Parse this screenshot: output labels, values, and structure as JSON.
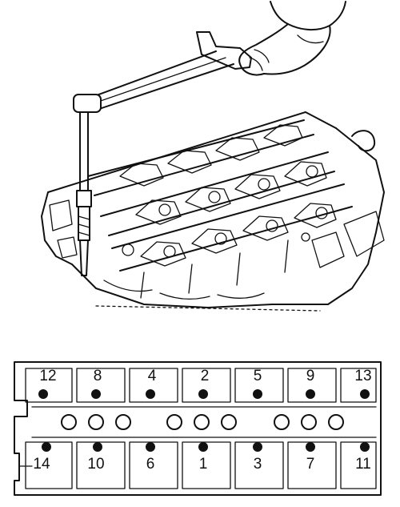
{
  "diagram": {
    "top_illustration": {
      "tool": "torque-wrench-icon",
      "hand": "hand-icon",
      "subject": "cylinder-head-icon"
    },
    "tightening_sequence": {
      "top_row": [
        "12",
        "8",
        "4",
        "2",
        "5",
        "9",
        "13"
      ],
      "bottom_row": [
        "14",
        "10",
        "6",
        "1",
        "3",
        "7",
        "11"
      ]
    }
  }
}
